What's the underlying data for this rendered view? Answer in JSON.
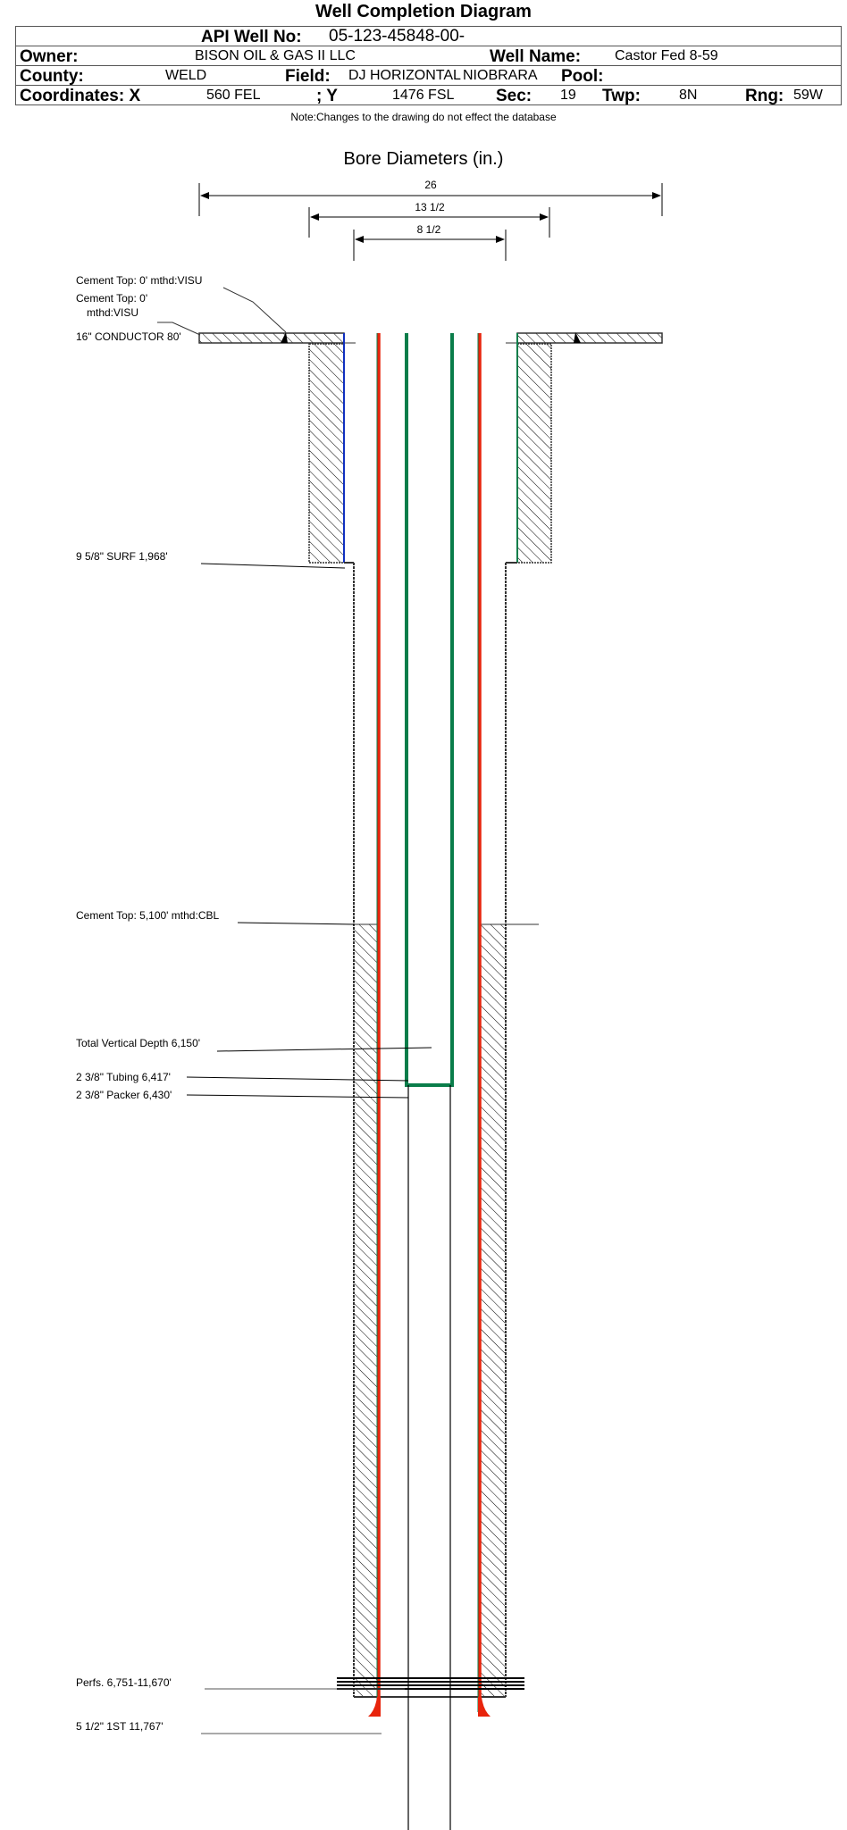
{
  "title": "Well Completion Diagram",
  "header": {
    "api_label": "API Well No:",
    "api_value": "05-123-45848-00-",
    "owner_label": "Owner:",
    "owner_value": "BISON OIL & GAS II LLC",
    "well_name_label": "Well Name:",
    "well_name_value": "Castor Fed 8-59",
    "county_label": "County:",
    "county_value": "WELD",
    "field_label": "Field:",
    "field_value_1": "DJ HORIZONTAL",
    "field_value_2": "NIOBRARA",
    "pool_label": "Pool:",
    "coord_x_label": "Coordinates: X",
    "coord_x_value": "560 FEL",
    "coord_y_label": "; Y",
    "coord_y_value": "1476 FSL",
    "sec_label": "Sec:",
    "sec_value": "19",
    "twp_label": "Twp:",
    "twp_value": "8N",
    "rng_label": "Rng:",
    "rng_value": "59W"
  },
  "note": "Note:Changes to the drawing do not effect the database",
  "diagram": {
    "bore_title": "Bore Diameters (in.)",
    "bore_diameters": [
      "26",
      "13 1/2",
      "8 1/2"
    ],
    "labels": {
      "cement_top_0_a": "Cement Top: 0' mthd:VISU",
      "cement_top_0_b1": "Cement Top: 0'",
      "cement_top_0_b2": "mthd:VISU",
      "conductor": "16\" CONDUCTOR  80'",
      "surface": "9 5/8\" SURF       1,968'",
      "cement_top_5100": "Cement Top: 5,100' mthd:CBL",
      "tvd": "Total Vertical Depth 6,150'",
      "tubing": "2 3/8\" Tubing 6,417'",
      "packer": "2 3/8\" Packer 6,430'",
      "perfs": "Perfs. 6,751-11,670'",
      "production": "5 1/2\" 1ST        11,767'"
    },
    "colors": {
      "casing_red": "#e8240c",
      "tubing_green": "#0a7d4a",
      "surface_blue": "#1030c0"
    }
  }
}
